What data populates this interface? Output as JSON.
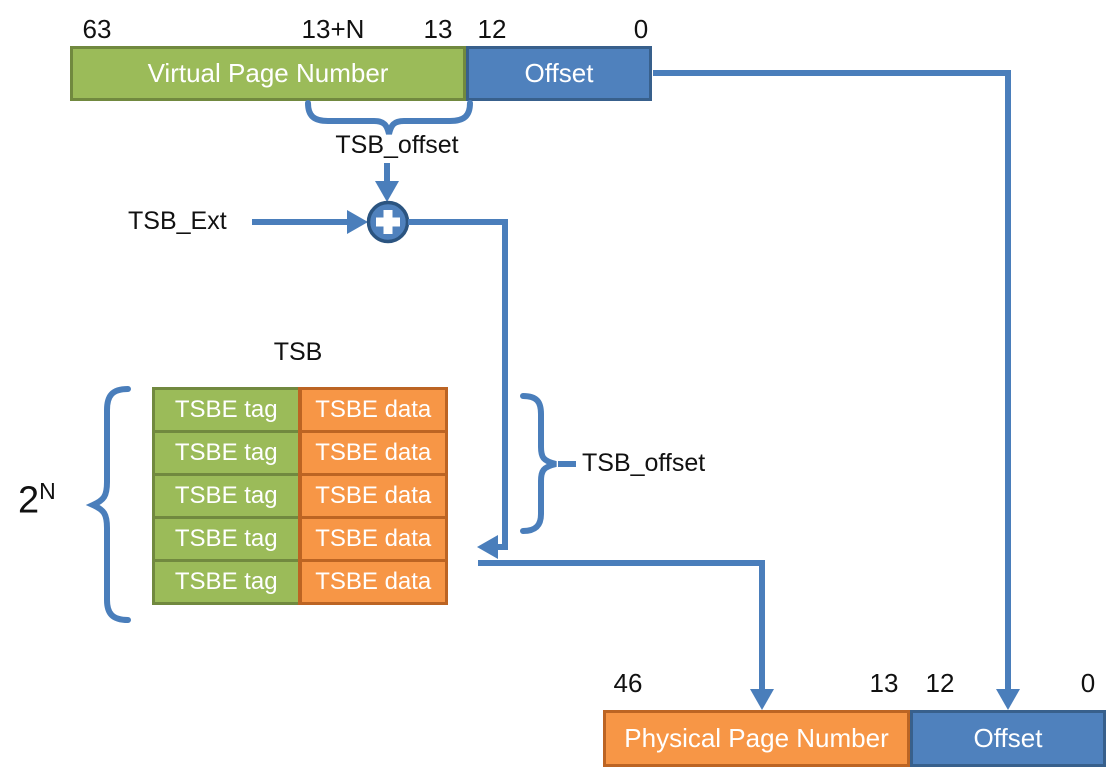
{
  "colors": {
    "green-fill": "#9BBB59",
    "green-border": "#71893F",
    "blue-fill": "#4F81BD",
    "blue-border": "#38608C",
    "orange-fill": "#F79646",
    "orange-border": "#BC6423",
    "connector": "#4A7EBB",
    "text-dark": "#111111",
    "box-text": "#FFFFFF",
    "plus-border": "#2B5480"
  },
  "virtual_register": {
    "bits": [
      "63",
      "13+N",
      "13",
      "12",
      "0"
    ],
    "fields": [
      {
        "label": "Virtual Page Number",
        "color": "green"
      },
      {
        "label": "Offset",
        "color": "blue"
      }
    ]
  },
  "labels": {
    "tsb_offset_top": "TSB_offset",
    "tsb_ext": "TSB_Ext",
    "tsb_offset_right": "TSB_offset"
  },
  "adder": {
    "icon": "plus-icon",
    "symbol": "+"
  },
  "tsb": {
    "title": "TSB",
    "size_base": "2",
    "size_exponent": "N",
    "rows": [
      {
        "tag": "TSBE tag",
        "data": "TSBE data"
      },
      {
        "tag": "TSBE tag",
        "data": "TSBE data"
      },
      {
        "tag": "TSBE tag",
        "data": "TSBE data"
      },
      {
        "tag": "TSBE tag",
        "data": "TSBE data"
      },
      {
        "tag": "TSBE tag",
        "data": "TSBE data"
      }
    ]
  },
  "physical_register": {
    "bits": [
      "46",
      "13",
      "12",
      "0"
    ],
    "fields": [
      {
        "label": "Physical Page Number",
        "color": "orange"
      },
      {
        "label": "Offset",
        "color": "blue"
      }
    ]
  }
}
